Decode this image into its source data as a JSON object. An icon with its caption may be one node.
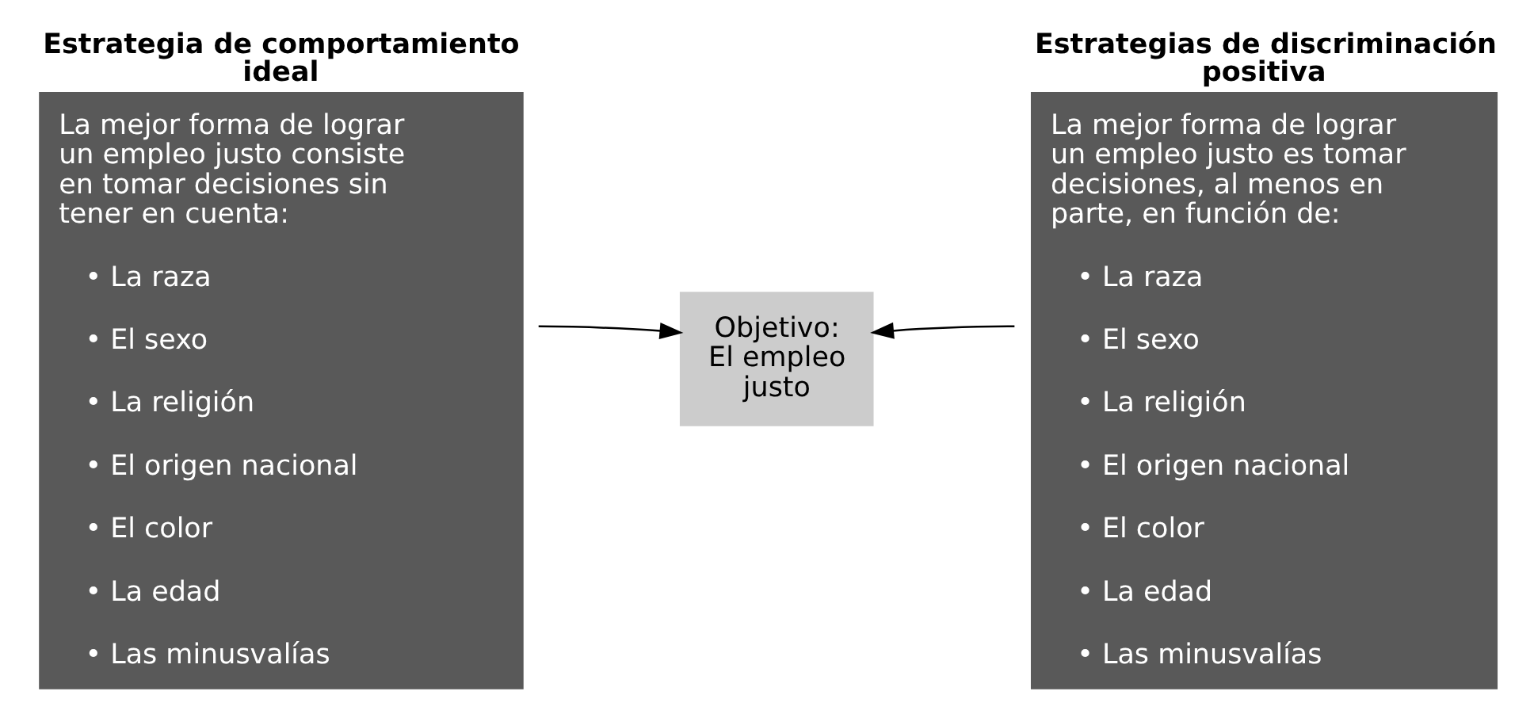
{
  "diagram": {
    "nodes": [
      {
        "text": [
          "Estrategia de comportamiento ideal",
          "La mejor forma de lograr un empleo justo consiste en tomar decisiones sin tener en cuenta:",
          "• La raza",
          "• El sexo",
          "• La religión",
          "• El origen nacional",
          "• El color",
          "• La edad",
          "• Las minusvalías"
        ]
      },
      {
        "text": [
          "Objetivo: El empleo justo"
        ]
      },
      {
        "text": [
          "Estrategias de discriminación positiva",
          "La mejor forma de lograr un empleo justo es tomar decisiones, al menos en parte, en función de:",
          "• La raza",
          "• El sexo",
          "• La religión",
          "• El origen nacional",
          "• El color",
          "• La edad",
          "• Las minusvalías"
        ]
      }
    ],
    "edges": [
      {
        "from": 0,
        "to": 1,
        "arrow": "to"
      },
      {
        "from": 2,
        "to": 1,
        "arrow": "to"
      }
    ]
  }
}
